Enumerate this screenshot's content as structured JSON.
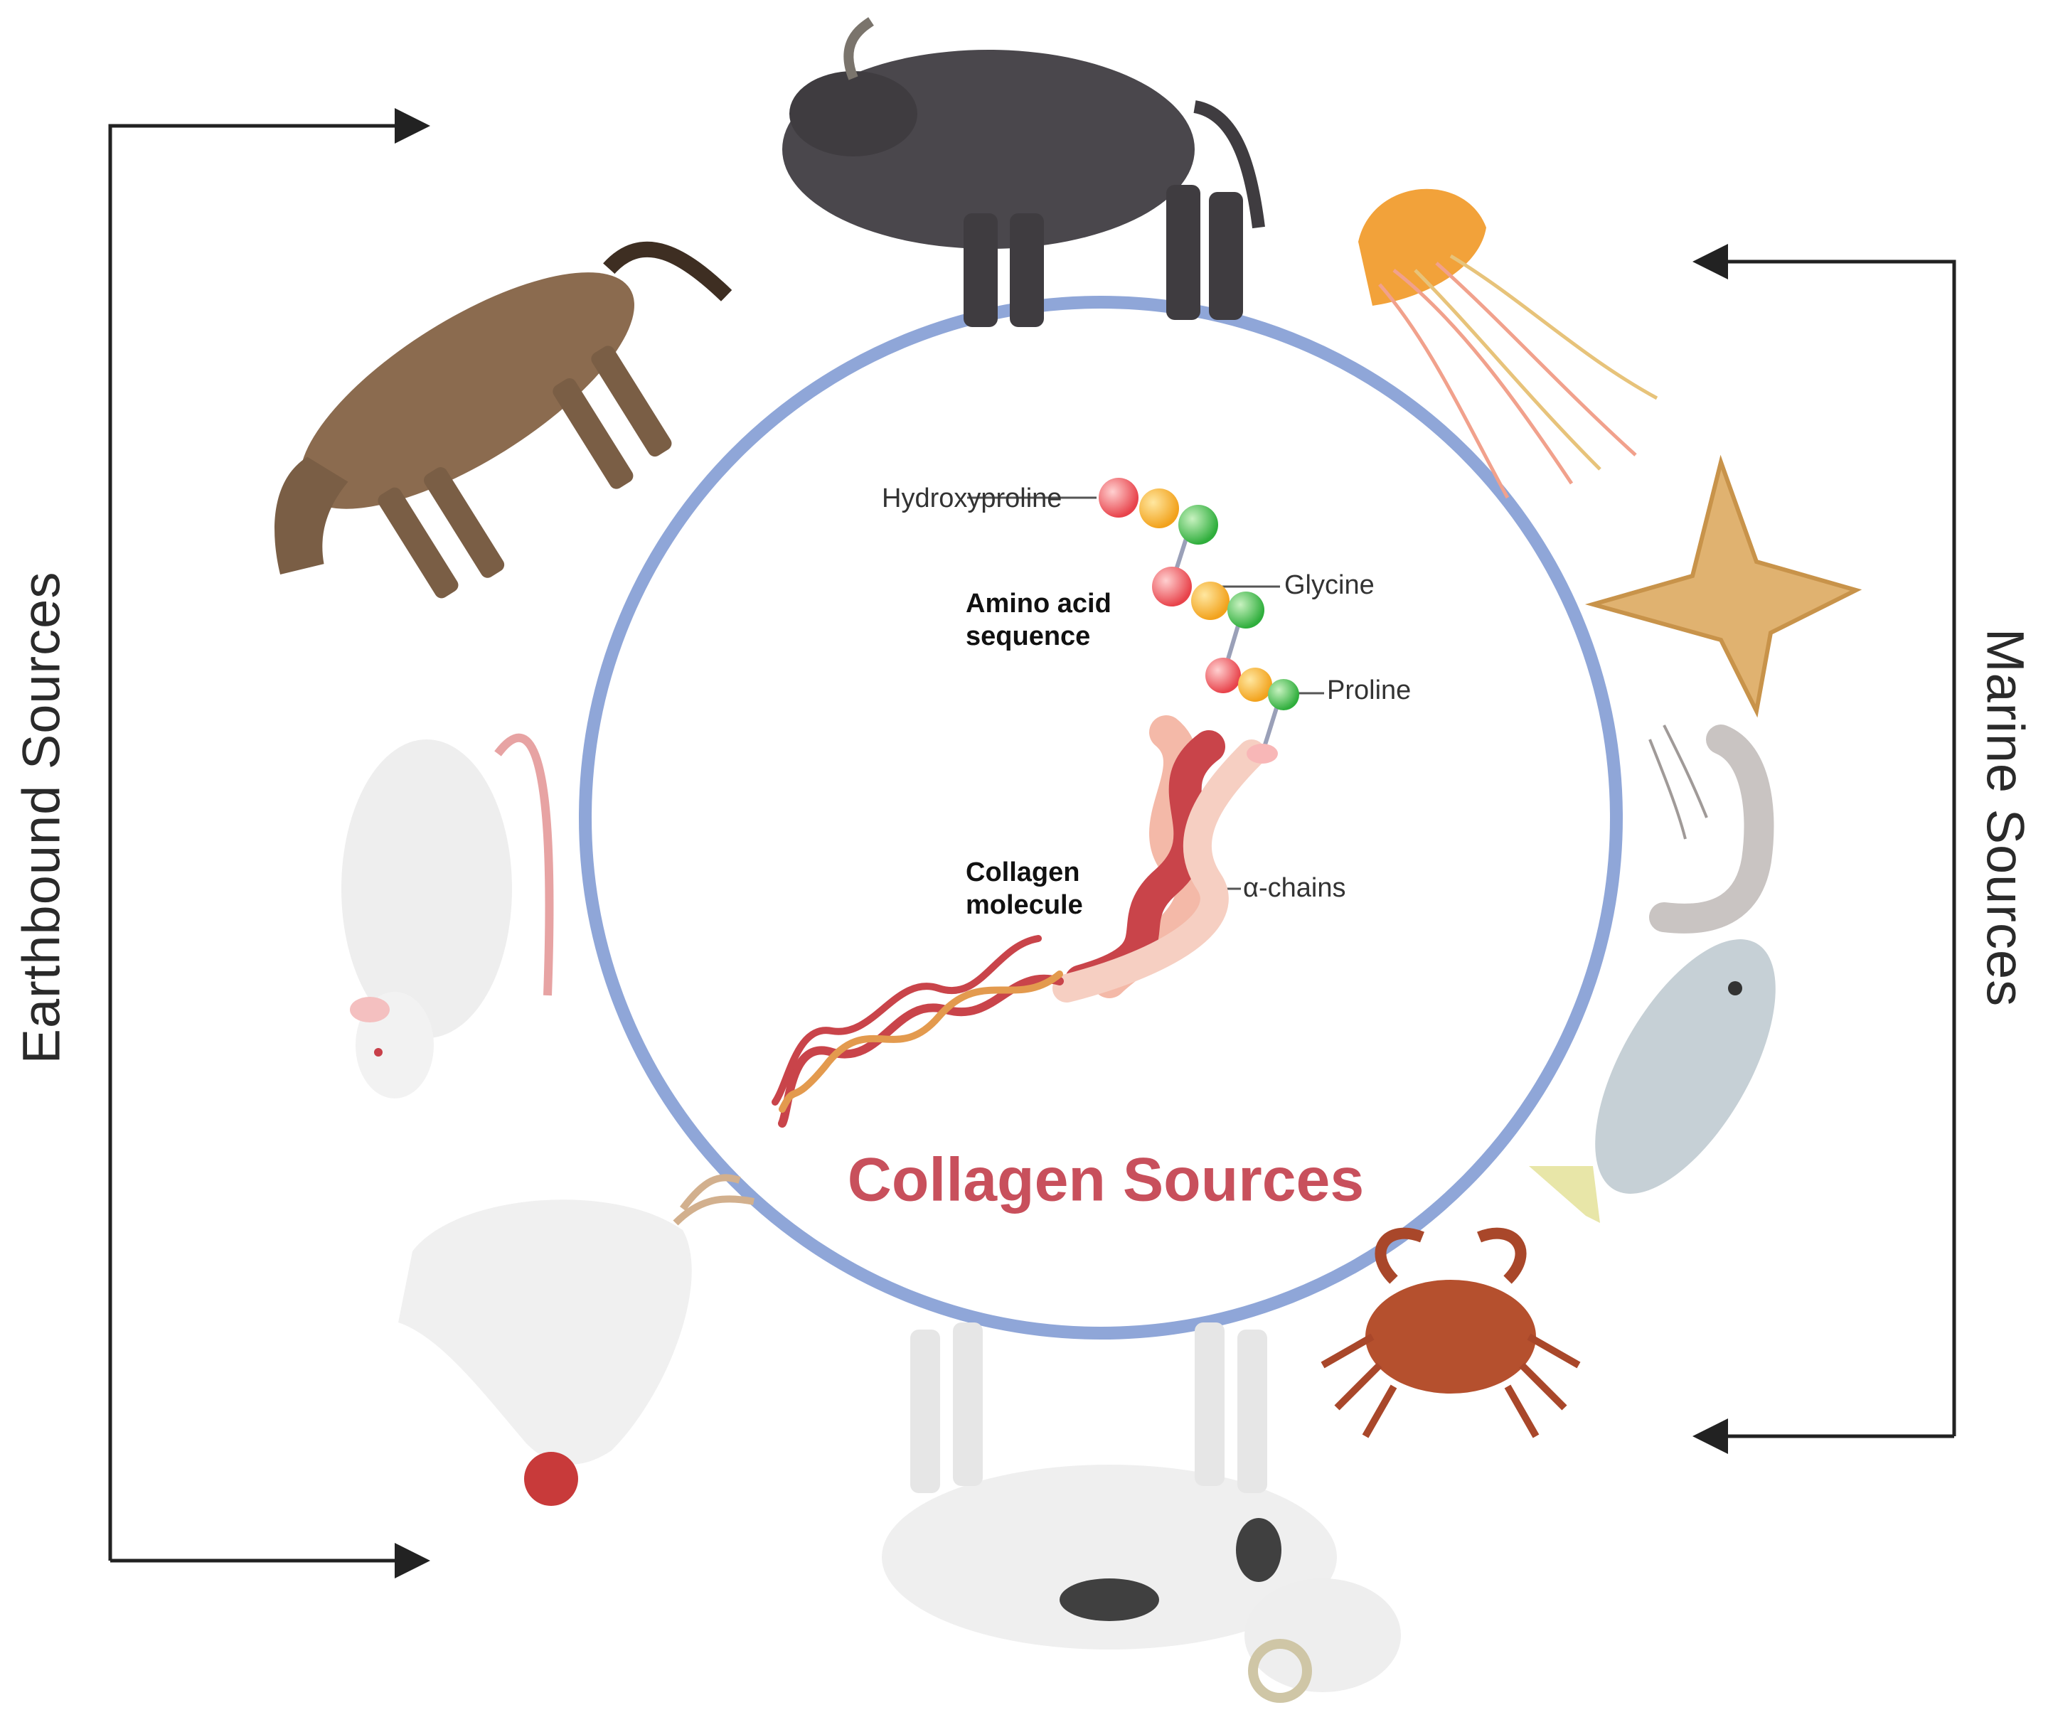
{
  "diagram": {
    "center_title": "Collagen Sources",
    "left_group_label": "Earthbound Sources",
    "right_group_label": "Marine Sources",
    "molecule": {
      "hydroxyproline": "Hydroxyproline",
      "glycine": "Glycine",
      "proline": "Proline",
      "amino_acid_sequence": "Amino acid sequence",
      "collagen_molecule": "Collagen molecule",
      "alpha_chains": "α-chains"
    },
    "colors": {
      "ring": "#8fa6d8",
      "title": "#c8505c",
      "hydroxyproline_bead": "#e8434b",
      "glycine_bead": "#f2a21c",
      "proline_bead": "#2fae3c",
      "helix_dark": "#c9444a",
      "helix_light": "#f4b9a8",
      "arrow": "#222222"
    },
    "earthbound_sources": [
      "bison-icon",
      "horse-icon",
      "rat-icon",
      "chicken-icon",
      "goat-icon"
    ],
    "marine_sources": [
      "jellyfish-icon",
      "starfish-icon",
      "shrimp-icon",
      "fish-icon",
      "crab-icon"
    ]
  }
}
